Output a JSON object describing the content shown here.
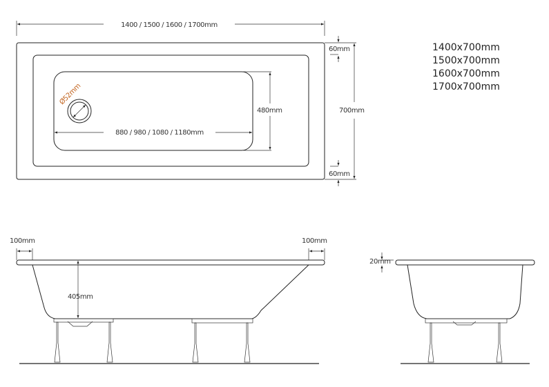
{
  "top_view": {
    "length_label": "1400 / 1500 / 1600 / 1700mm",
    "rim_top_label": "60mm",
    "rim_bottom_label": "60mm",
    "width_label": "700mm",
    "basin_width_label": "480mm",
    "basin_length_label": "880 / 980 / 1080 / 1180mm",
    "drain_label": "Ø52mm",
    "drain_label_color": "#c0601a"
  },
  "sizes": [
    "1400x700mm",
    "1500x700mm",
    "1600x700mm",
    "1700x700mm"
  ],
  "side_view": {
    "left_overhang_label": "100mm",
    "right_overhang_label": "100mm",
    "depth_label": "405mm"
  },
  "end_view": {
    "rim_thickness_label": "20mm"
  }
}
